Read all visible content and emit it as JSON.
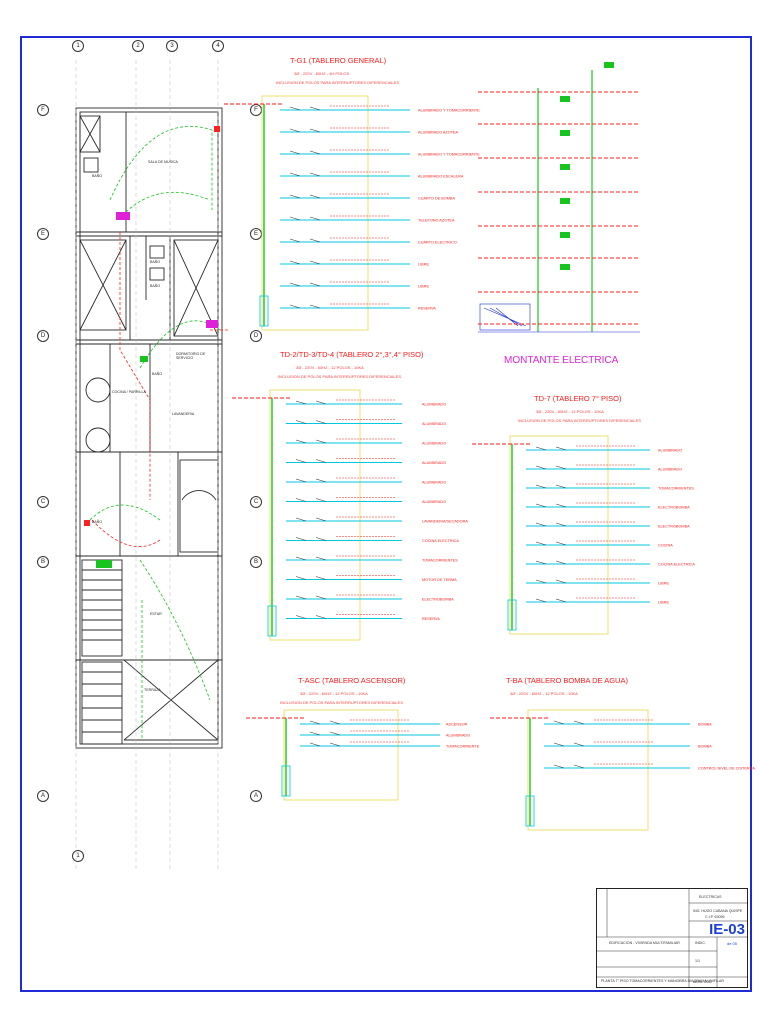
{
  "boards": {
    "tg1": {
      "title": "T-G1 (TABLERO GENERAL)",
      "sub1": "3Ø - 220V - 60HZ - 4H POLOS",
      "sub2": "INCLUSION DE POLOS PARA INTERRUPTORES DIFERENCIALES",
      "circuits": [
        "ALUMBRADO Y TOMACORRIENTE",
        "ALUMBRADO AZOTEA",
        "ALUMBRADO Y TOMACORRIENTE",
        "ALUMBRADO ESCALERA",
        "CUARTO DE BOMBA",
        "TELEFONO AZOTEA",
        "CUARTO ELECTRICO",
        "LIBRE",
        "LIBRE",
        "RESERVA"
      ]
    },
    "td2": {
      "title": "TD-2/TD-3/TD-4 (TABLERO 2°,3°,4° PISO)",
      "sub1": "3Ø - 220V - 60HZ - 12 POLOS - 10KA",
      "sub2": "INCLUSION DE POLOS PARA INTERRUPTORES DIFERENCIALES",
      "circuits": [
        "ALUMBRADO",
        "ALUMBRADO",
        "ALUMBRADO",
        "ALUMBRADO",
        "ALUMBRADO",
        "ALUMBRADO",
        "LAVANDERIA/SECADORA",
        "COCINA ELECTRICA",
        "TOMACORRIENTES",
        "MOTOR DE TERMA",
        "ELECTROBOMBA",
        "RESERVA"
      ]
    },
    "td7": {
      "title": "TD-7 (TABLERO 7° PISO)",
      "sub1": "3Ø - 220V - 60HZ - 12 POLOS - 10KA",
      "sub2": "INCLUSION DE POLOS PARA INTERRUPTORES DIFERENCIALES",
      "circuits": [
        "ALUMBRADO",
        "ALUMBRADO",
        "TOMACORRIENTES",
        "ELECTROBOMBA",
        "ELECTROBOMBA",
        "COCINA",
        "COCINA ELECTRICA",
        "LIBRE",
        "LIBRE"
      ]
    },
    "tasc": {
      "title": "T-ASC (TABLERO ASCENSOR)",
      "sub1": "3Ø - 220V - 60HZ - 12 POLOS - 10KA",
      "sub2": "INCLUSION DE POLOS PARA INTERRUPTORES DIFERENCIALES",
      "circuits": [
        "ASCENSOR",
        "ALUMBRADO",
        "TOMACORRIENTE"
      ]
    },
    "tba": {
      "title": "T-BA (TABLERO BOMBA DE AGUA)",
      "sub1": "3Ø - 220V - 60HZ - 12 POLOS - 10KA",
      "circuits": [
        "BOMBA",
        "BOMBA",
        "CONTROL NIVEL DE CISTERNA"
      ]
    }
  },
  "riser": {
    "title": "MONTANTE ELECTRICA"
  },
  "plan": {
    "grid_top": [
      "1",
      "2",
      "3",
      "4"
    ],
    "grid_side": [
      "F",
      "E",
      "D",
      "C",
      "B",
      "A"
    ],
    "grid_bottom": [
      "1"
    ],
    "rooms": [
      "BAÑO",
      "SALA DE MUSICA",
      "BAÑO",
      "BAÑO",
      "DORMITORIO DE SERVICIO",
      "BAÑO",
      "LAVANDERIA",
      "COCINA / PARRILLA",
      "ESTAR",
      "TERRAZA",
      "BAÑO"
    ]
  },
  "titleblock": {
    "specialty": "ELECTRICAS",
    "engineer": "ING. HUGO CABANA QUISPE",
    "cip": "C.I.P. 63095",
    "project": "EDIFICACION - VIVIENDA MULTIFAMILIAR",
    "sheet_desc": "PLANTA 7° PISO TOMACORRIENTES Y MANIOBRA DIAGRAMA UNIFILAR",
    "scale": "INDIC.",
    "date": "ABRIL 2022",
    "sheet_code": "IE-03",
    "sheet_sub": "de 05",
    "sheet_num": "1/1"
  },
  "colors": {
    "border": "#1f2bd6",
    "red": "#ff1a1a",
    "cyan": "#00c8e0",
    "green": "#18c41e",
    "yellow": "#e8d84a",
    "magenta": "#e020d8"
  }
}
